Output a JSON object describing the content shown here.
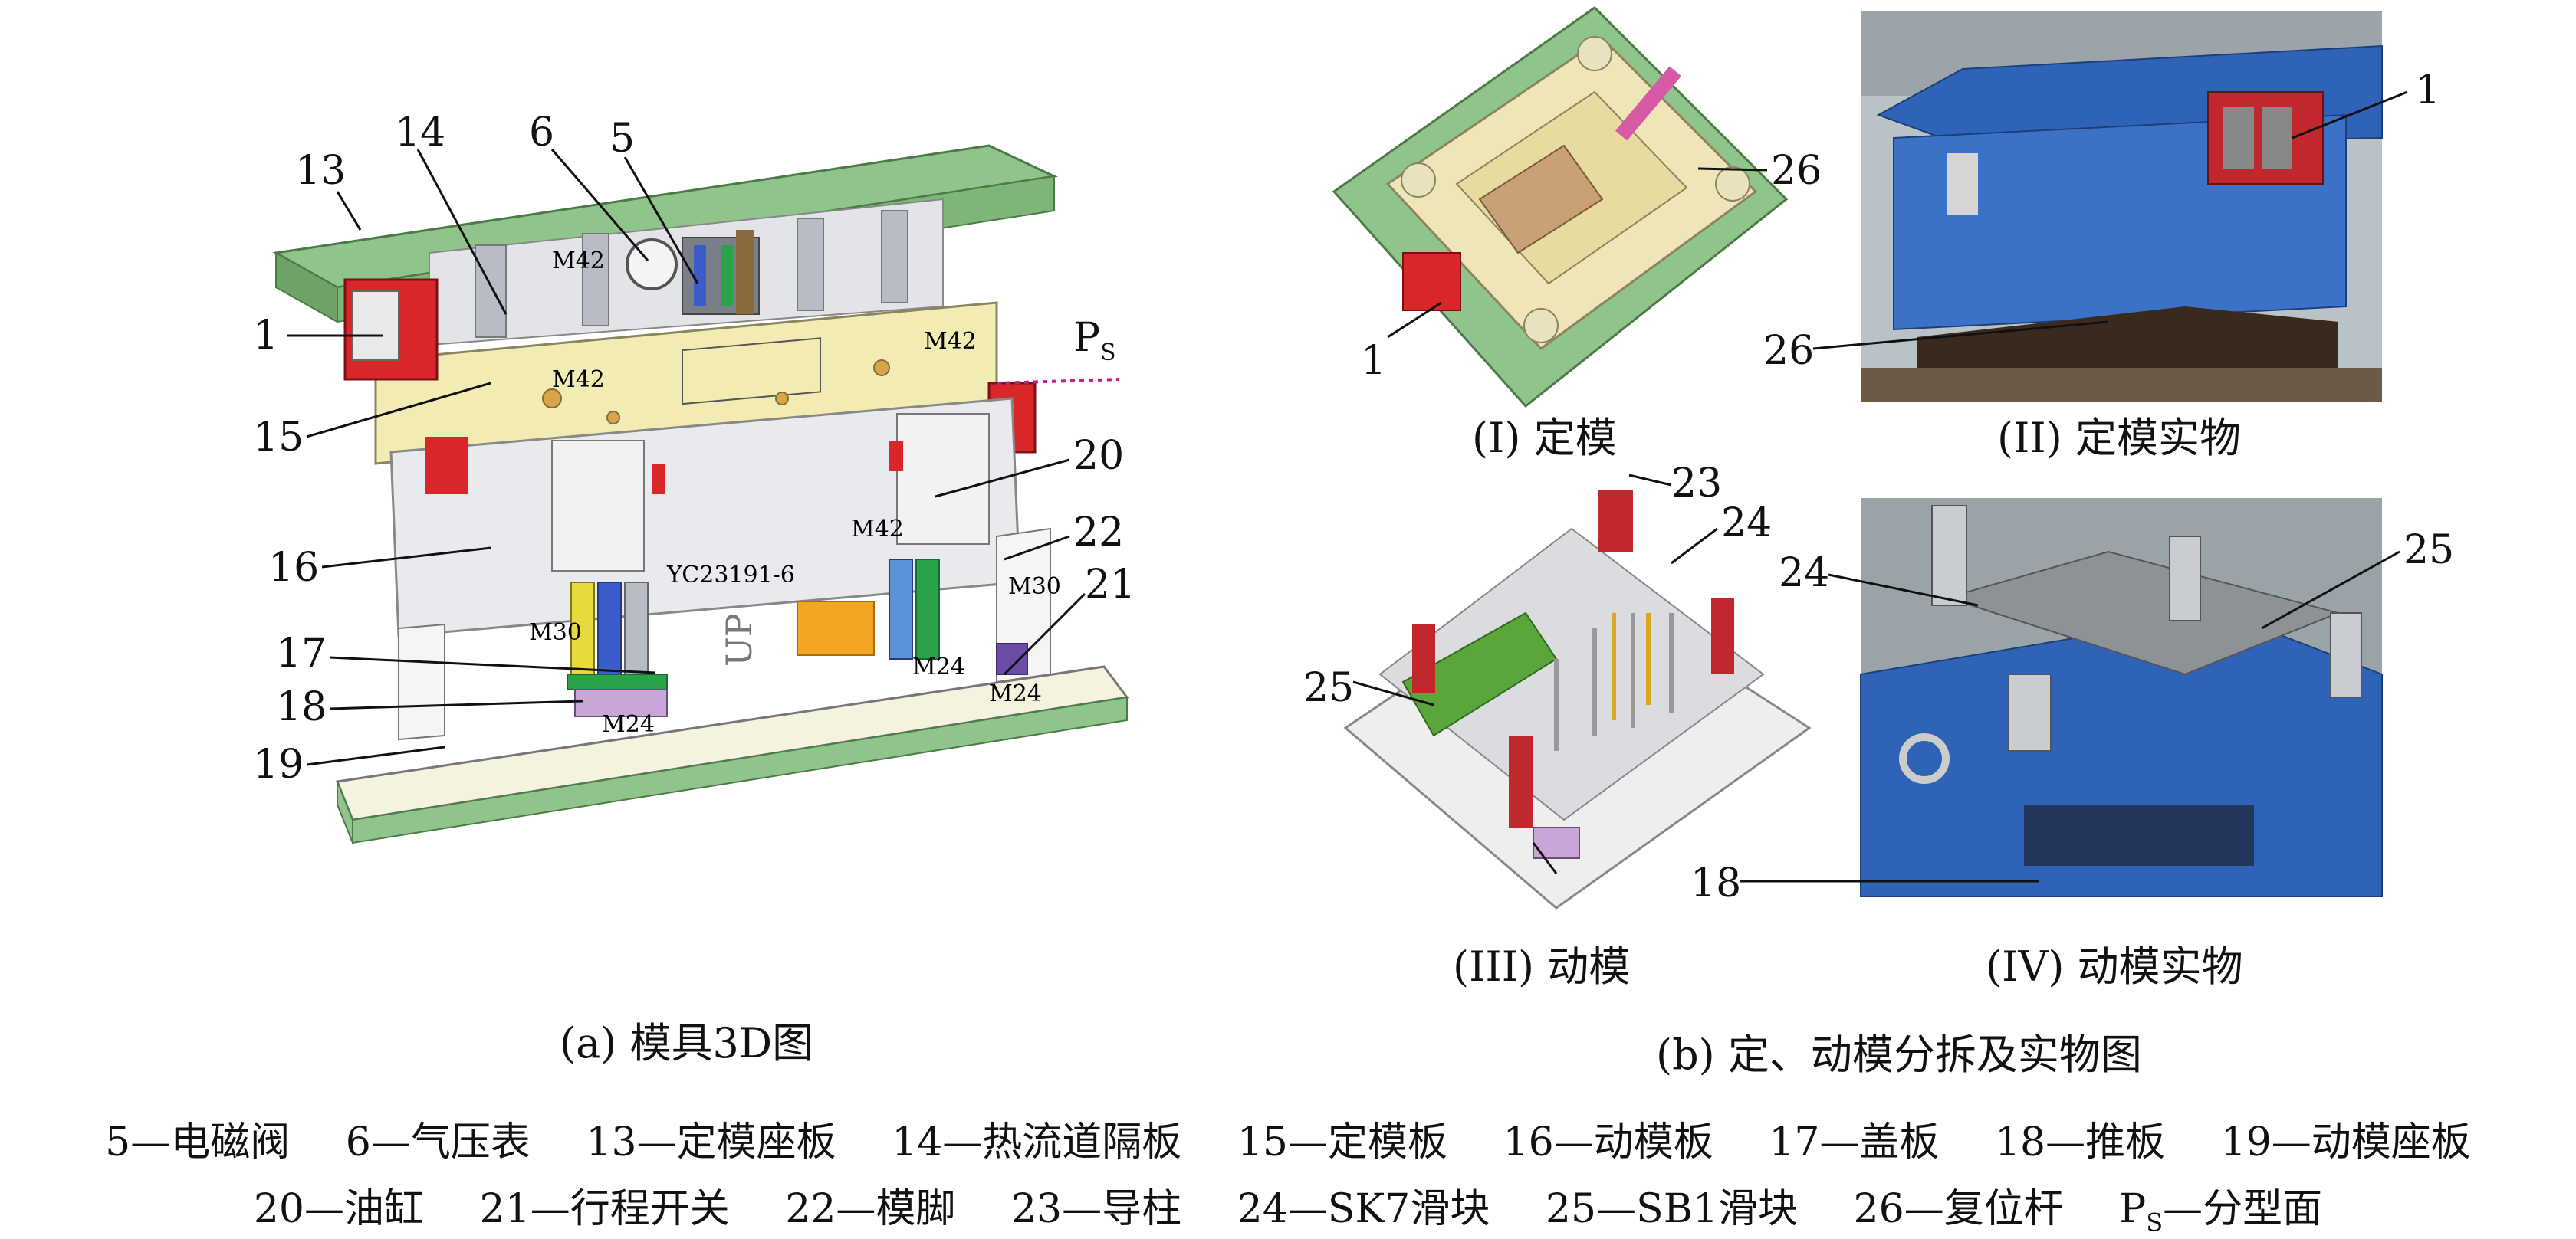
{
  "callouts_a": {
    "c13": "13",
    "c14": "14",
    "c6": "6",
    "c5": "5",
    "c1": "1",
    "c15": "15",
    "c16": "16",
    "c17": "17",
    "c18": "18",
    "c19": "19",
    "c20": "20",
    "c21": "21",
    "c22": "22",
    "ps_main": "P",
    "ps_sub": "S"
  },
  "callouts_b": {
    "c26a": "26",
    "c1a": "1",
    "c1b": "1",
    "c26b": "26",
    "c23": "23",
    "c24a": "24",
    "c25a": "25",
    "c24b": "24",
    "c25b": "25",
    "c18b": "18"
  },
  "plate_marks": {
    "m42a": "M42",
    "m42b": "M42",
    "m42c": "M42",
    "m42d": "M42",
    "m30a": "M30",
    "m30b": "M30",
    "m24a": "M24",
    "m24b": "M24",
    "m24c": "M24",
    "code": "YC23191-6",
    "up": "UP"
  },
  "subcaptions": {
    "i": "(I) 定模",
    "ii": "(II) 定模实物",
    "iii": "(III) 动模",
    "iv": "(IV) 动模实物"
  },
  "captions": {
    "a": "(a) 模具3D图",
    "b": "(b) 定、动模分拆及实物图"
  },
  "legend_line1": [
    "5—电磁阀",
    "6—气压表",
    "13—定模座板",
    "14—热流道隔板",
    "15—定模板",
    "16—动模板",
    "17—盖板",
    "18—推板",
    "19—动模座板"
  ],
  "legend_line2": [
    "20—油缸",
    "21—行程开关",
    "22—模脚",
    "23—导柱",
    "24—SK7滑块",
    "25—SB1滑块",
    "26—复位杆"
  ],
  "legend_ps": {
    "main": "P",
    "sub": "S",
    "text": "—分型面"
  },
  "colors": {
    "green_plate": "#8fc48a",
    "yellow_plate": "#f2ecb4",
    "grey_plate": "#dcdce0",
    "red_valve": "#d9262b",
    "blue_mold": "#2f63b8",
    "orange_label": "#f2a623",
    "magenta_ps": "#c0208f"
  }
}
